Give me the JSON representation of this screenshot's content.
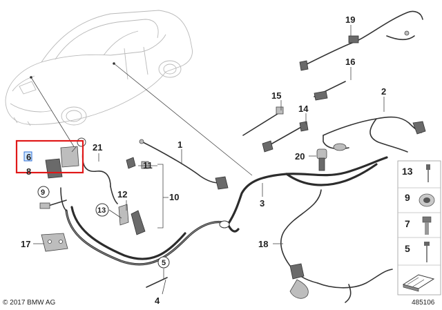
{
  "callouts": {
    "c1": "1",
    "c2": "2",
    "c3": "3",
    "c4": "4",
    "c5": "5",
    "c6": "6",
    "c8": "8",
    "c9": "9",
    "c10": "10",
    "c11": "11",
    "c12": "12",
    "c13": "13",
    "c14": "14",
    "c15": "15",
    "c16": "16",
    "c17": "17",
    "c18": "18",
    "c19": "19",
    "c20": "20",
    "c21": "21"
  },
  "legend": {
    "items": [
      "13",
      "9",
      "7",
      "5"
    ]
  },
  "footer": {
    "copyright": "© 2017 BMW AG",
    "diagram_number": "485106"
  },
  "colors": {
    "highlight": "#e01818",
    "selection": "#2d6fd6"
  }
}
